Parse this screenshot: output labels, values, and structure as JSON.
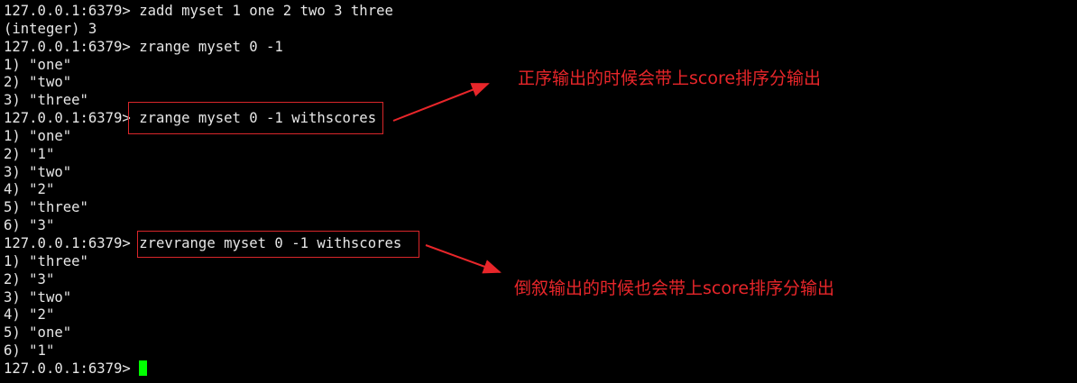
{
  "terminal": {
    "prompt": "127.0.0.1:6379> ",
    "lines": [
      "127.0.0.1:6379> zadd myset 1 one 2 two 3 three",
      "(integer) 3",
      "127.0.0.1:6379> zrange myset 0 -1",
      "1) \"one\"",
      "2) \"two\"",
      "3) \"three\"",
      "127.0.0.1:6379> zrange myset 0 -1 withscores",
      "1) \"one\"",
      "2) \"1\"",
      "3) \"two\"",
      "4) \"2\"",
      "5) \"three\"",
      "6) \"3\"",
      "127.0.0.1:6379> zrevrange myset 0 -1 withscores",
      "1) \"three\"",
      "2) \"3\"",
      "3) \"two\"",
      "4) \"2\"",
      "5) \"one\"",
      "6) \"1\""
    ],
    "cursor_color": "#00ff00"
  },
  "annotations": {
    "ascending_note": "正序输出的时候会带上score排序分输出",
    "descending_note": "倒叙输出的时候也会带上score排序分输出",
    "color": "#e8262a"
  }
}
